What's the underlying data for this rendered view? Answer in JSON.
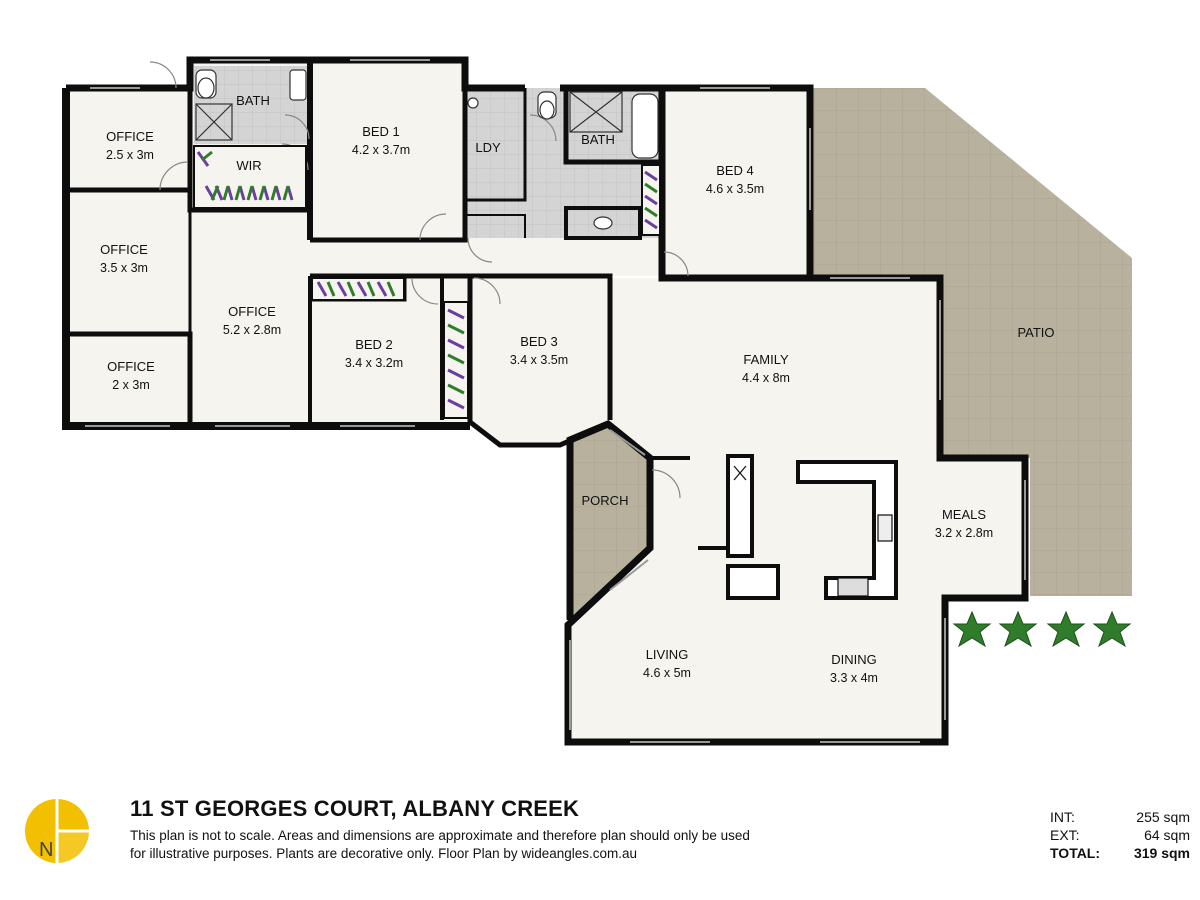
{
  "colors": {
    "floor": "#f6f4ee",
    "wet_tile": "#d2d2d2",
    "patio": "#b9b29e",
    "wall": "#0d0d0d",
    "compass": "#f2c000",
    "plant": "#2f7d2a"
  },
  "rooms": [
    {
      "id": "office-a",
      "name": "OFFICE",
      "dims": "2.5 x 3m"
    },
    {
      "id": "bath-a",
      "name": "BATH",
      "dims": ""
    },
    {
      "id": "wir",
      "name": "WIR",
      "dims": ""
    },
    {
      "id": "bed1",
      "name": "BED 1",
      "dims": "4.2 x 3.7m"
    },
    {
      "id": "ldy",
      "name": "LDY",
      "dims": ""
    },
    {
      "id": "bath-b",
      "name": "BATH",
      "dims": ""
    },
    {
      "id": "bed4",
      "name": "BED 4",
      "dims": "4.6 x 3.5m"
    },
    {
      "id": "office-b",
      "name": "OFFICE",
      "dims": "3.5 x 3m"
    },
    {
      "id": "office-c",
      "name": "OFFICE",
      "dims": "5.2 x 2.8m"
    },
    {
      "id": "office-d",
      "name": "OFFICE",
      "dims": "2 x 3m"
    },
    {
      "id": "bed2",
      "name": "BED 2",
      "dims": "3.4 x 3.2m"
    },
    {
      "id": "bed3",
      "name": "BED 3",
      "dims": "3.4 x 3.5m"
    },
    {
      "id": "family",
      "name": "FAMILY",
      "dims": "4.4 x 8m"
    },
    {
      "id": "patio",
      "name": "PATIO",
      "dims": ""
    },
    {
      "id": "porch",
      "name": "PORCH",
      "dims": ""
    },
    {
      "id": "meals",
      "name": "MEALS",
      "dims": "3.2 x 2.8m"
    },
    {
      "id": "living",
      "name": "LIVING",
      "dims": "4.6 x 5m"
    },
    {
      "id": "dining",
      "name": "DINING",
      "dims": "3.3 x 4m"
    }
  ],
  "footer": {
    "title": "11 ST GEORGES COURT, ALBANY CREEK",
    "disclaimer": "This plan is not to scale. Areas and dimensions are approximate and therefore plan should only be used for illustrative purposes. Plants are decorative only. Floor Plan by",
    "website": "wideangles.com.au"
  },
  "areas": [
    {
      "label": "INT:",
      "value": "255 sqm"
    },
    {
      "label": "EXT:",
      "value": "64 sqm"
    },
    {
      "label": "TOTAL:",
      "value": "319 sqm"
    }
  ],
  "compass": {
    "letter": "N"
  }
}
